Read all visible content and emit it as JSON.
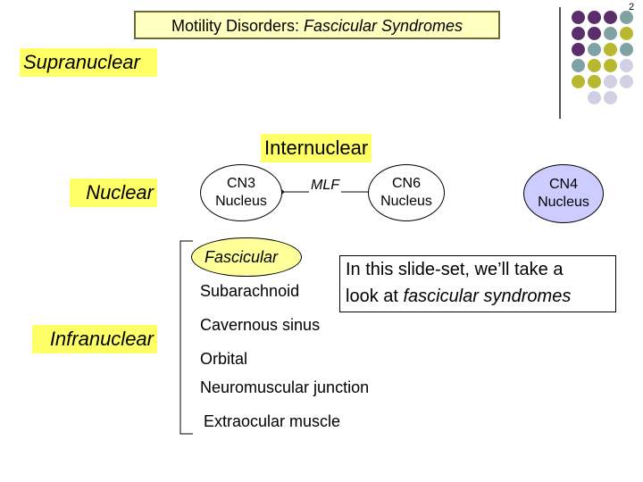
{
  "slide": {
    "page_number": "2",
    "title_main": "Motility Disorders: ",
    "title_italic": "Fascicular Syndromes"
  },
  "levels": {
    "supranuclear": "Supranuclear",
    "internuclear": "Internuclear",
    "nuclear": "Nuclear",
    "infranuclear": "Infranuclear"
  },
  "nuclei": {
    "cn3_line1": "CN3",
    "cn3_line2": "Nucleus",
    "mlf": "MLF",
    "cn6_line1": "CN6",
    "cn6_line2": "Nucleus",
    "cn4_line1": "CN4",
    "cn4_line2": "Nucleus"
  },
  "infranuclear_list": {
    "fascicular": "Fascicular",
    "subarachnoid": "Subarachnoid",
    "cavernous_sinus": "Cavernous sinus",
    "orbital": "Orbital",
    "neuromuscular_junction": "Neuromuscular junction",
    "extraocular_muscle": "Extraocular muscle"
  },
  "note": {
    "line1": "In this slide-set, we’ll take a",
    "line2_prefix": "look at ",
    "line2_italic": "fascicular syndromes"
  },
  "colors": {
    "purple": "#5a2d6b",
    "teal": "#7fa3a3",
    "olive": "#b8b830",
    "lavender": "#d0d0e4",
    "highlight": "#ffff66",
    "cn4_fill": "#ccccff",
    "fascicular_fill": "#ffff99"
  }
}
